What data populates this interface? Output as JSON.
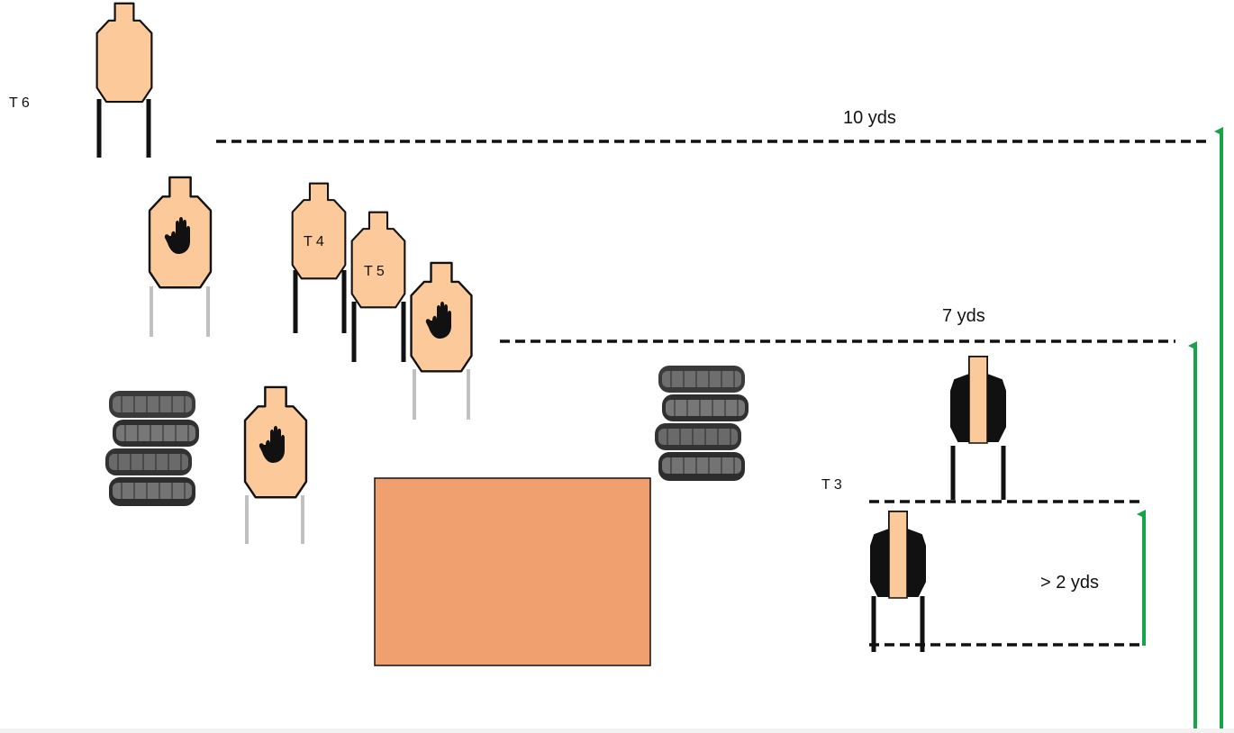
{
  "distances": {
    "ten": "10 yds",
    "seven": "7 yds",
    "two": "> 2 yds"
  },
  "target_labels": {
    "t6": "T 6",
    "t4": "T 4",
    "t5": "T 5",
    "t3": "T 3"
  },
  "colors": {
    "target_fill": "#fcc99b",
    "barricade_fill": "#f0a06e",
    "arrow_green": "#16a34a",
    "no_shoot_legs": "#c0c0c0",
    "steel_legs": "#111111"
  },
  "icons": [
    "target-silhouette-icon",
    "no-shoot-hand-icon",
    "tire-stack-icon",
    "steel-target-icon",
    "up-arrow-icon"
  ]
}
